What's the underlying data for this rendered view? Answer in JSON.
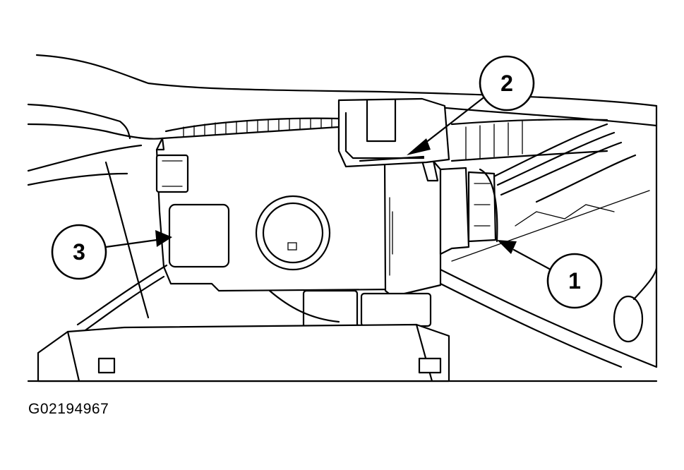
{
  "figure": {
    "id_code": "G02194967"
  },
  "callouts": [
    {
      "label": "1"
    },
    {
      "label": "2"
    },
    {
      "label": "3"
    }
  ],
  "colors": {
    "ink": "#000000",
    "paper": "#ffffff"
  }
}
